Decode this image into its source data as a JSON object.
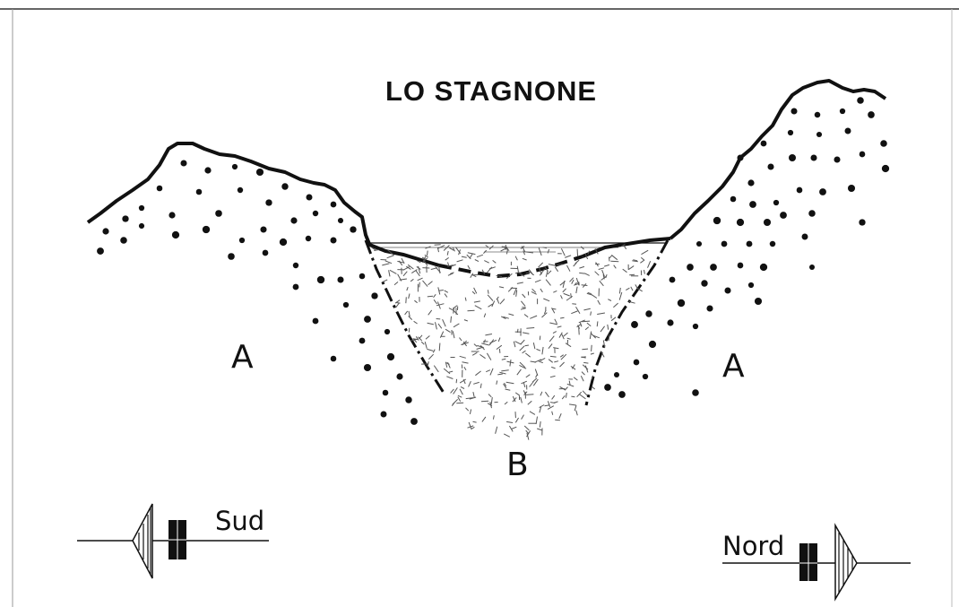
{
  "title": "LO STAGNONE",
  "labels": {
    "rock_left": "A",
    "rock_right": "A",
    "basin_fill": "B",
    "direction_left": "Sud",
    "direction_right": "Nord"
  },
  "colors": {
    "ink": "#111111",
    "paper": "#ffffff"
  }
}
